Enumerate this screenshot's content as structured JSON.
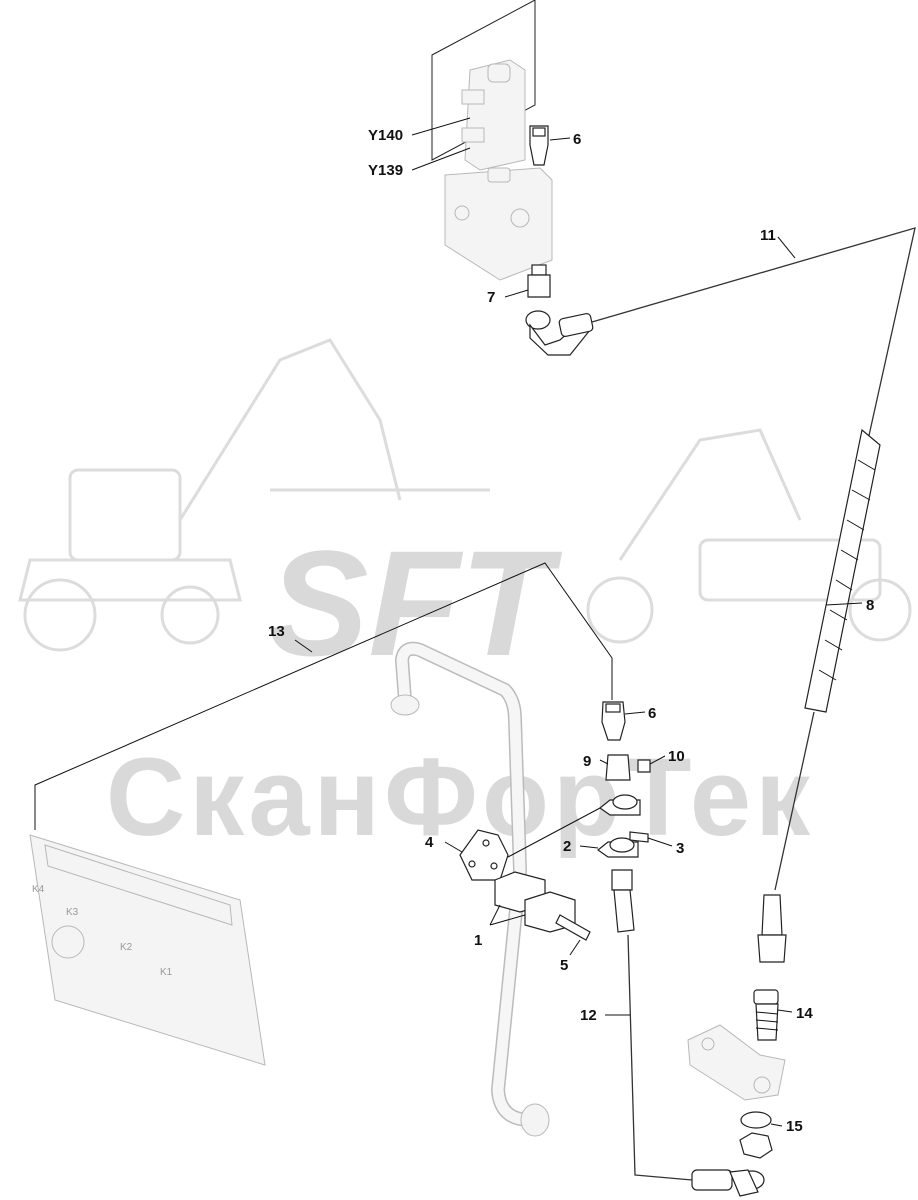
{
  "watermark": {
    "logo": "SFT",
    "text": "СканФорТек"
  },
  "callouts": {
    "y140": "Y140",
    "y139": "Y139",
    "p1": "1",
    "p2": "2",
    "p3": "3",
    "p4": "4",
    "p5": "5",
    "p6_top": "6",
    "p6_mid": "6",
    "p7": "7",
    "p8": "8",
    "p9": "9",
    "p10": "10",
    "p11": "11",
    "p12": "12",
    "p13": "13",
    "p14": "14",
    "p15": "15"
  },
  "ecu_labels": {
    "k4": "K4",
    "k3": "K3",
    "k2": "K2",
    "k1": "K1"
  },
  "colors": {
    "line": "#111111",
    "watermark": "#d9d9d9",
    "ghost_part": "#b8b8b8"
  }
}
